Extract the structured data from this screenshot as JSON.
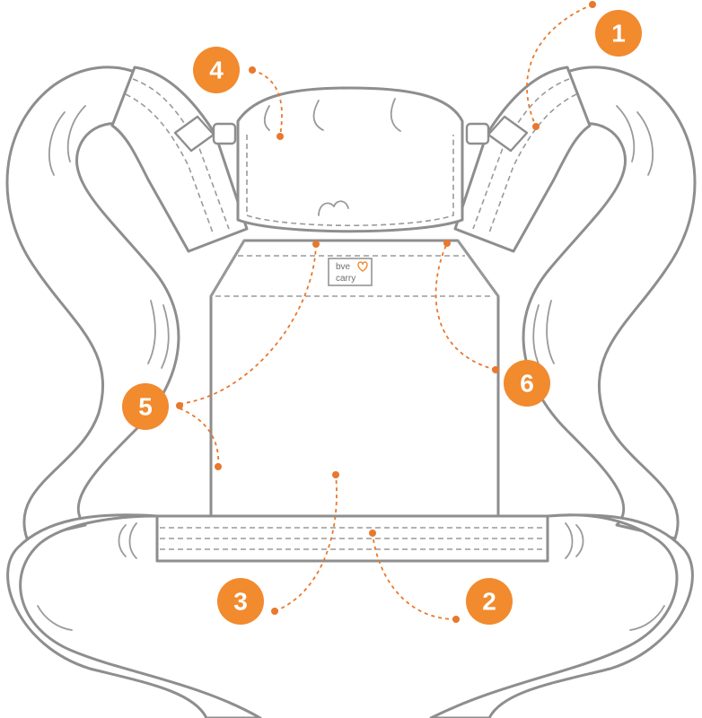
{
  "brand": {
    "logo_line1": "bve",
    "logo_line2": "carry"
  },
  "callouts": [
    {
      "number": "1"
    },
    {
      "number": "2"
    },
    {
      "number": "3"
    },
    {
      "number": "4"
    },
    {
      "number": "5"
    },
    {
      "number": "6"
    }
  ],
  "colors": {
    "accent": "#f28a2e",
    "leader": "#e9782d",
    "outline": "#8e8e8e"
  }
}
